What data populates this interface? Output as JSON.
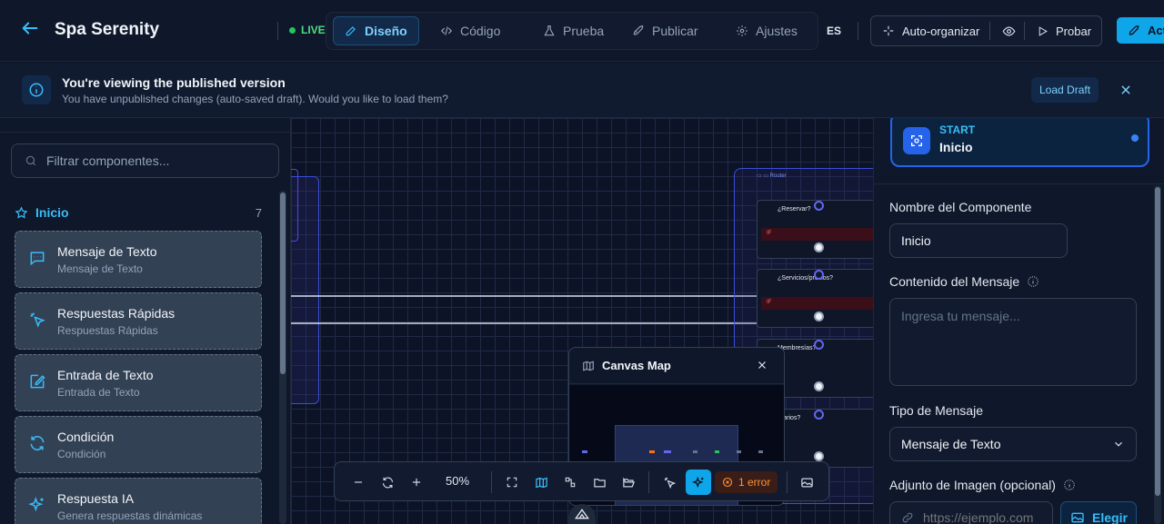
{
  "header": {
    "title": "Spa Serenity",
    "live_label": "LIVE",
    "tabs": [
      {
        "label": "Diseño",
        "icon": "pencil-icon",
        "active": true
      },
      {
        "label": "Código",
        "icon": "code-icon",
        "active": false
      },
      {
        "label": "Prueba",
        "icon": "flask-icon",
        "active": false
      },
      {
        "label": "Publicar",
        "icon": "rocket-icon",
        "active": false
      },
      {
        "label": "Ajustes",
        "icon": "gear-icon",
        "active": false
      }
    ],
    "language": "ES",
    "auto_organize_label": "Auto-organizar",
    "test_label": "Probar",
    "activate_label": "Act",
    "colors": {
      "accent": "#38bdf8",
      "live": "#22c55e",
      "primary": "#0ea5e9"
    }
  },
  "banner": {
    "title": "You're viewing the published version",
    "message": "You have unpublished changes (auto-saved draft). Would you like to load them?",
    "load_draft_label": "Load Draft"
  },
  "sidebar": {
    "filter_placeholder": "Filtrar componentes...",
    "section_title": "Inicio",
    "section_count": "7",
    "components": [
      {
        "title": "Mensaje de Texto",
        "subtitle": "Mensaje de Texto",
        "icon": "chat-icon"
      },
      {
        "title": "Respuestas Rápidas",
        "subtitle": "Respuestas Rápidas",
        "icon": "pointer-click-icon"
      },
      {
        "title": "Entrada de Texto",
        "subtitle": "Entrada de Texto",
        "icon": "edit-icon"
      },
      {
        "title": "Condición",
        "subtitle": "Condición",
        "icon": "refresh-icon"
      },
      {
        "title": "Respuesta IA",
        "subtitle": "Genera respuestas dinámicas",
        "icon": "sparkles-icon"
      }
    ]
  },
  "canvas": {
    "nodes": [
      {
        "title": "¿Reservar?",
        "condition": "IF"
      },
      {
        "title": "¿Servicios/precios?",
        "condition": "IF"
      },
      {
        "title": "Membresías?",
        "condition": ""
      },
      {
        "title": "orarios?",
        "condition": ""
      }
    ],
    "minimap_title": "Canvas Map",
    "toolbar": {
      "zoom": "50%",
      "error_label": "1 error"
    }
  },
  "properties": {
    "start_kicker": "START",
    "start_name": "Inicio",
    "component_name_label": "Nombre del Componente",
    "component_name_value": "Inicio",
    "message_content_label": "Contenido del Mensaje",
    "message_content_placeholder": "Ingresa tu mensaje...",
    "message_type_label": "Tipo de Mensaje",
    "message_type_value": "Mensaje de Texto",
    "image_attachment_label": "Adjunto de Imagen (opcional)",
    "image_url_placeholder": "https://ejemplo.com",
    "choose_label": "Elegir"
  }
}
